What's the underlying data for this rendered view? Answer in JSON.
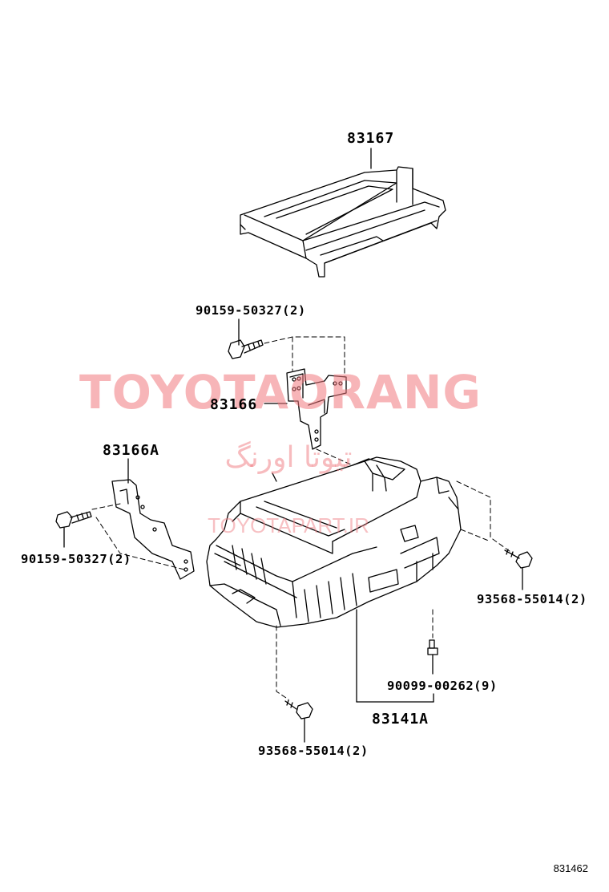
{
  "diagram": {
    "parts": {
      "p83167": "83167",
      "bolt_top": "90159-50327(2)",
      "p83166": "83166",
      "p83166A": "83166A",
      "bolt_left": "90159-50327(2)",
      "screw_right": "93568-55014(2)",
      "screw_center": "90099-00262(9)",
      "p83141A": "83141A",
      "screw_bottom": "93568-55014(2)"
    },
    "watermark": {
      "main": "TOYOTAORANG",
      "persian": "تیوتا اورنگ",
      "url": "TOYOTAPART.IR"
    },
    "doc_number": "831462"
  }
}
